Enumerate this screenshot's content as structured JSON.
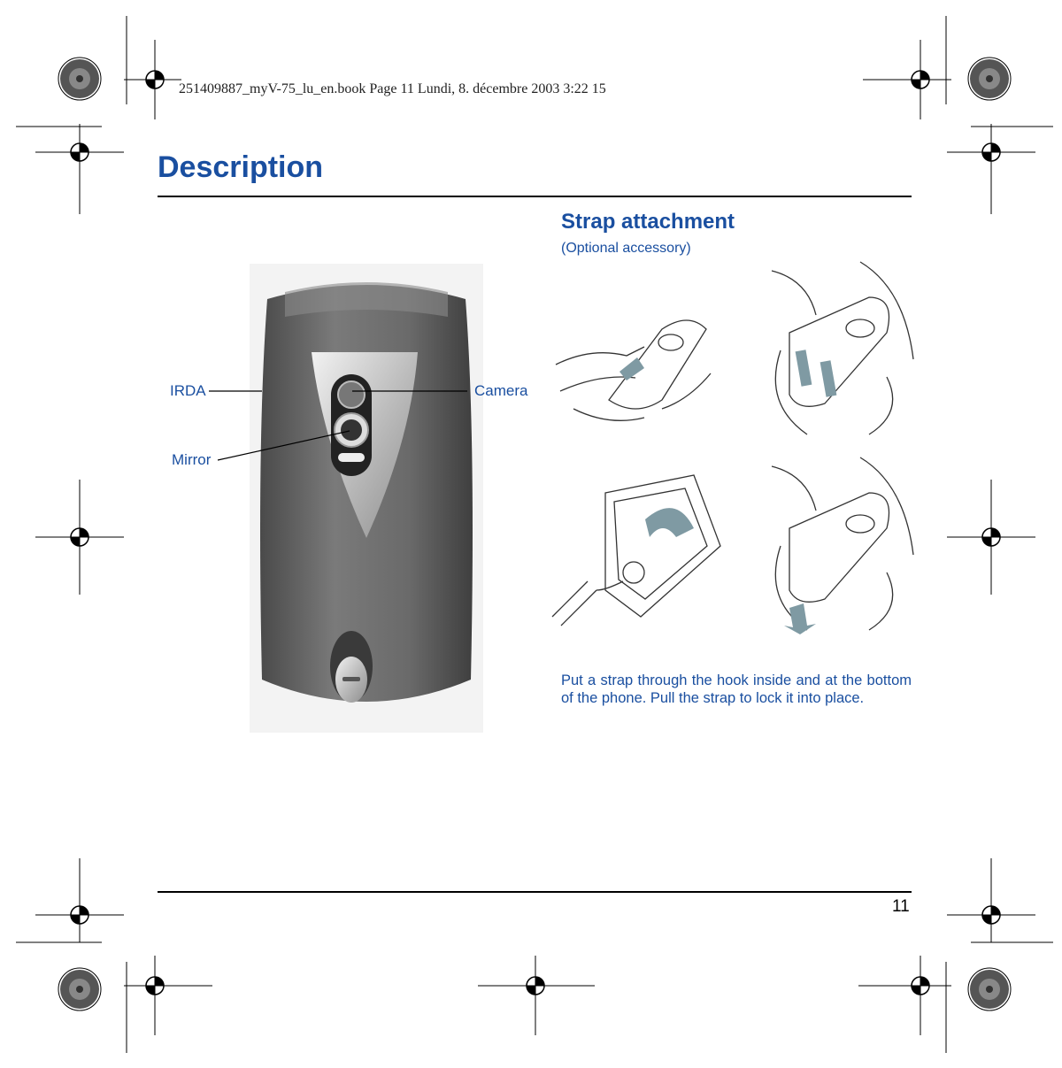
{
  "header": {
    "running_text": "251409887_myV-75_lu_en.book  Page 11  Lundi, 8. décembre 2003  3:22 15"
  },
  "page": {
    "title": "Description",
    "number": "11"
  },
  "phone_figure": {
    "labels": {
      "irda": "IRDA",
      "camera": "Camera",
      "mirror": "Mirror"
    }
  },
  "strap_section": {
    "title": "Strap attachment",
    "note": "(Optional accessory)",
    "body": "Put a strap through the hook inside and at the bottom of the phone. Pull the strap to lock it into place."
  },
  "colors": {
    "heading_blue": "#1a4fa0",
    "phone_grey": "#6e6e6e",
    "arrow_grey": "#7f9aa3"
  }
}
